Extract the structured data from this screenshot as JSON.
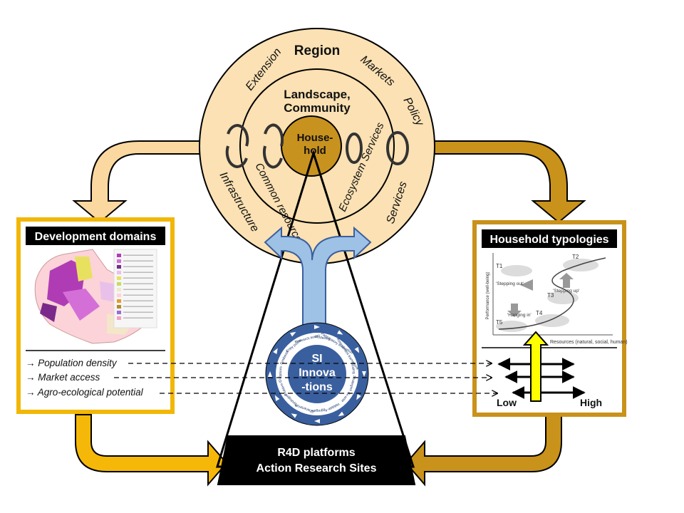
{
  "rings": {
    "outer": {
      "title": "Region",
      "items": [
        "Extension",
        "Markets",
        "Policy",
        "Infrastructure",
        "Services"
      ]
    },
    "middle": {
      "title_line1": "Landscape,",
      "title_line2": "Community",
      "items": [
        "Common resources",
        "Ecosystem Services"
      ]
    },
    "inner": {
      "title_line1": "House-",
      "title_line2": "hold"
    }
  },
  "left_panel": {
    "title": "Development domains",
    "factors": [
      "Population density",
      "Market access",
      "Agro-ecological potential"
    ],
    "factor_prefix": "→"
  },
  "right_panel": {
    "title": "Household typologies",
    "scale_low": "Low",
    "scale_high": "High",
    "graph": {
      "types": [
        "T1",
        "T2",
        "T3",
        "T4",
        "T5"
      ],
      "annotations": [
        "'Stepping out'",
        "'Stepping up'",
        "'Hanging in'"
      ],
      "x_axis": "Resources (natural, social, human)",
      "y_axis": "Performance (well-being)"
    }
  },
  "center": {
    "cycle_title_lines": [
      "SI",
      "Innova",
      "-tions"
    ],
    "cycle_steps": [
      "Modelling",
      "Participatory evaluation",
      "Assessment framework",
      "Scaling",
      "Strategies",
      "Ex-ante",
      "Validate",
      "Aggregate",
      "Characterize",
      "Typologies",
      "Problem ID",
      "Options",
      "Synthesis",
      "Entry points",
      "Research teams"
    ],
    "base_line1": "R4D platforms",
    "base_line2": "Action Research Sites"
  },
  "colors": {
    "outer_ring": "#fbe1b3",
    "ring_border": "#000000",
    "inner_circle": "#c8921f",
    "left_arrow": "#fbd8a0",
    "right_arrow": "#c9921a",
    "bottom_arrows": "#f6b808",
    "blue_arrow": "#9ec1e6",
    "cycle_blue": "#3a5f9e",
    "cycle_ring": "#ffffff",
    "panel_border_left": "#f2b705",
    "panel_border_right": "#c9921a",
    "scale_arrow_fill": "#ffff00"
  },
  "icons": [
    "circular-arrow-icon",
    "double-arrow-icon",
    "dashed-line-icon"
  ]
}
